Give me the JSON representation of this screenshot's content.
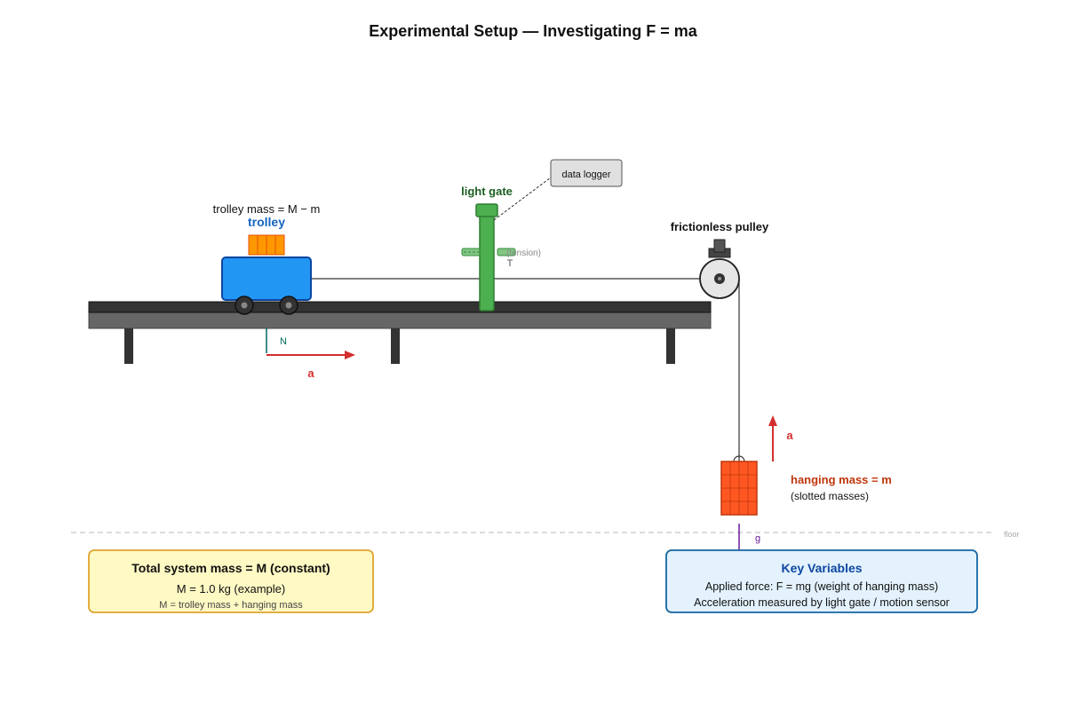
{
  "title": "Experimental Setup — Investigating F = ma",
  "labels": {
    "trolley_mass": "trolley mass = M − m",
    "trolley": "trolley",
    "light_gate": "light gate",
    "data_logger": "data logger",
    "pulley": "frictionless pulley",
    "tension_tag": "(tension)",
    "tension_symbol": "T",
    "normal_symbol": "N",
    "accel_trolley": "a",
    "accel_hanging": "a",
    "hanging_mass": "hanging mass = m",
    "slotted": "(slotted masses)",
    "gravity_symbol": "g",
    "floor": "floor"
  },
  "total_box": {
    "heading": "Total system mass = M (constant)",
    "example": "M = 1.0 kg (example)",
    "note": "M = trolley mass + hanging mass"
  },
  "key_box": {
    "heading": "Key Variables",
    "line1": "Applied force: F = mg (weight of hanging mass)",
    "line2": "Acceleration measured by light gate / motion sensor"
  },
  "colors": {
    "trolley": "#2196f3",
    "trolley_border": "#0d47a1",
    "slotted_orange": "#ff9800",
    "light_gate": "#4caf50",
    "light_gate_label": "#1b5e20",
    "hanging_mass": "#ff5722",
    "hanging_label": "#bf360c",
    "accel_arrow": "#d32f2f",
    "normal_arrow": "#00695c",
    "gravity_arrow": "#6a1b9a",
    "track": "#666666",
    "total_box_fill": "#fff9c4",
    "total_box_border": "#e0a32e",
    "key_box_fill": "#e3f2fd",
    "key_box_border": "#1565a0",
    "key_heading": "#0d47a1"
  }
}
